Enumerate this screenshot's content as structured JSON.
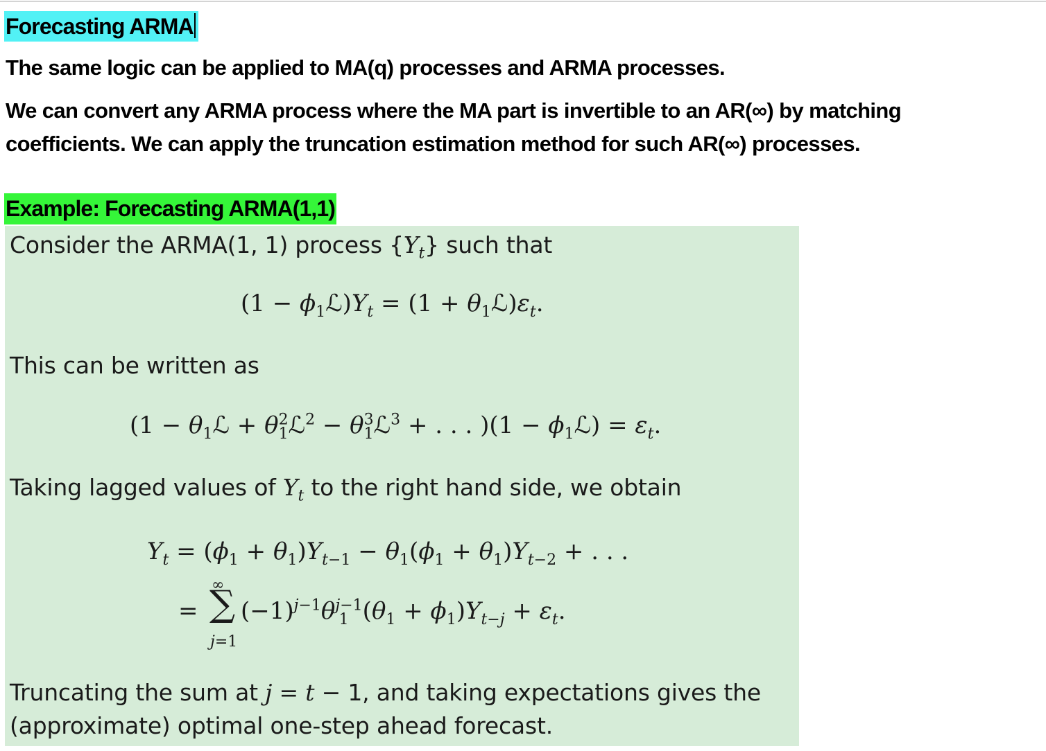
{
  "heading": "Forecasting ARMA",
  "paragraph1": "The same logic can be applied to MA(q) processes and ARMA processes.",
  "paragraph2_line1": "We can convert any ARMA process where the MA part is invertible to an AR(∞) by matching",
  "paragraph2_line2": "coefficients. We can apply the truncation estimation method for such AR(∞) processes.",
  "example_heading": "Example: Forecasting ARMA(1,1)",
  "example": {
    "intro_a": "Consider the ARMA(1, 1) process {",
    "intro_var": "Y",
    "intro_sub": "t",
    "intro_b": "} such that",
    "written_as": "This can be written as",
    "taking_a": "Taking lagged values of ",
    "taking_var": "Y",
    "taking_sub": "t",
    "taking_b": " to the right hand side, we obtain",
    "trunc_a": "Truncating the sum at ",
    "trunc_j": "j",
    "trunc_eq": " = ",
    "trunc_t": "t",
    "trunc_b": " − 1, and taking expectations gives the",
    "trunc_line2": "(approximate) optimal one-step ahead forecast."
  }
}
